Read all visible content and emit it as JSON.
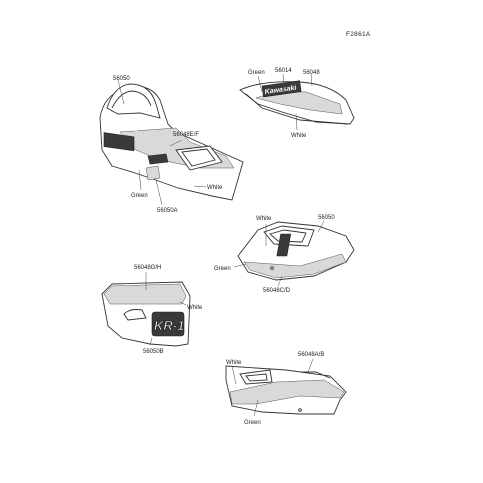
{
  "drawing_code": "F2861A",
  "brand_text": "Kawasaki",
  "fairing": {
    "part_top": "56050",
    "part_side": "56048E/F",
    "part_bottom": "56050A",
    "color_white": "White",
    "color_green": "Green"
  },
  "tank": {
    "color_green": "Green",
    "part_left": "56014",
    "part_right": "56048",
    "color_white": "White"
  },
  "seat_cowl": {
    "color_white": "White",
    "part_top": "56050",
    "color_green": "Green",
    "part_bottom": "56048C/D"
  },
  "side_cover": {
    "part_top": "56048G/H",
    "color_white": "White",
    "emblem": "KR-1",
    "part_bottom": "56050B"
  },
  "lower_cowl": {
    "color_white": "White",
    "part_top": "56048A/B",
    "color_green": "Green"
  }
}
